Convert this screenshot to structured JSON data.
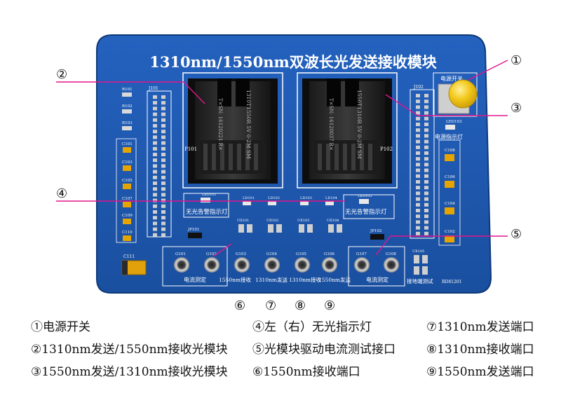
{
  "board": {
    "title": "1310nm/1550nm双波长光发送接收模块",
    "power_label": "电源开关",
    "power_led_label": "电源指示灯",
    "left_alarm_label": "无光告警指示灯",
    "right_alarm_label": "无光告警指示灯",
    "current_test_left": "电流测定",
    "current_test_right": "电流测定",
    "port_label_1550rx": "1550nm接收",
    "port_label_1310tx": "1310nm发送",
    "port_label_1310rx": "1310nm接收",
    "port_label_1550tx": "1550nm发送",
    "ground_label": "接地端测试",
    "module_left_text": "1310T1550R  5V  0-2M  SM",
    "module_right_text": "1550T1310R  5V  0-2M  SM",
    "module_left_sn": "T×SN: 16120221  R×",
    "module_right_sn": "T×SN: 16120037  R×",
    "ref_p101": "P101",
    "ref_p102": "P102",
    "ref_j101": "J101",
    "ref_j102": "J102",
    "ref_jp101": "JP101",
    "ref_jp102": "JP102",
    "ref_c111": "C111",
    "ref_r101": "R101",
    "ref_r102": "R102",
    "ref_r103": "R103",
    "ref_g101": "G101",
    "ref_g102": "G102",
    "ref_g103": "G103",
    "ref_g104": "G104",
    "ref_g105": "G105",
    "ref_g106": "G106",
    "ref_g107": "G107",
    "ref_g108": "G108",
    "ref_ux101": "UX101",
    "ref_ux102": "UX102",
    "ref_ux103": "UX103",
    "ref_ux104": "UX104",
    "ref_ux105": "UX105",
    "ref_led101": "LED101",
    "ref_led102": "LED102",
    "ref_led103": "LED103",
    "ref_ld101": "LD101",
    "ref_ld102": "LD102",
    "ref_ld103": "LD103",
    "ref_ld104": "LD104",
    "ref_c101": "C101",
    "ref_c103": "C103",
    "ref_c105": "C105",
    "ref_c107": "C107",
    "ref_c109": "C109",
    "ref_c110": "C110",
    "ref_c102": "C102",
    "ref_c104": "C104",
    "ref_c106": "C106",
    "ref_c108": "C108",
    "ref_code": "RD81201"
  },
  "callouts": [
    "①",
    "②",
    "③",
    "④",
    "⑤",
    "⑥",
    "⑦",
    "⑧",
    "⑨"
  ],
  "legend": [
    "①电源开关",
    "②1310nm发送/1550nm接收光模块",
    "③1550nm发送/1310nm接收光模块",
    "④左（右）无光指示灯",
    "⑤光模块驱动电流测试接口",
    "⑥1550nm接收端口",
    "⑦1310nm发送端口",
    "⑧1310nm接收端口",
    "⑨1550nm发送端口"
  ],
  "colors": {
    "pcb": "#1f57b0",
    "pcb_dark": "#17468f",
    "silk": "#ffffff",
    "callout_line": "#e0168c",
    "button": "#f3c81b"
  }
}
